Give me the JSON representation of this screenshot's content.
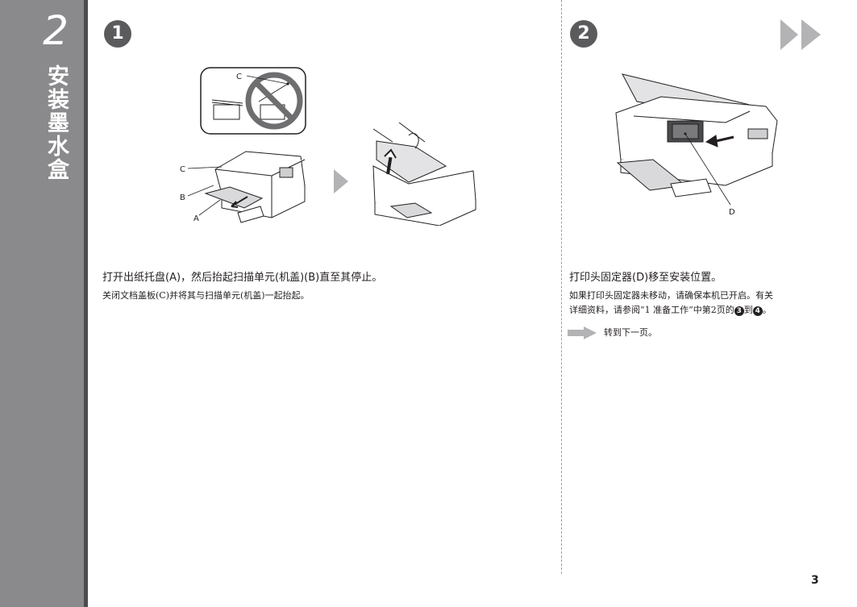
{
  "sidebar": {
    "step_number": "2",
    "section_title": "安装墨水盒"
  },
  "step1": {
    "badge": "1",
    "heading": "打开出纸托盘(A)，然后抬起扫描单元(机盖)(B)直至其停止。",
    "note": "关闭文档盖板(C)并将其与扫描单元(机盖)一起抬起。",
    "labels": {
      "c_inset": "C",
      "c": "C",
      "b": "B",
      "a": "A"
    }
  },
  "step2": {
    "badge": "2",
    "heading": "打印头固定器(D)移至安装位置。",
    "note_line1": "如果打印头固定器未移动，请确保本机已开启。有关",
    "note_line2_pre": "详细资料，请参阅“1 准备工作”中第2页的",
    "note_ref_a": "3",
    "note_mid": "到",
    "note_ref_b": "4",
    "note_end": "。",
    "goto_text": "转到下一页。",
    "labels": {
      "d": "D"
    }
  },
  "page_number": "3",
  "colors": {
    "sidebar": "#8a8a8c",
    "sidebar_rule": "#4d4d4f",
    "badge": "#5b5b5d",
    "arrow": "#b3b3b5"
  }
}
